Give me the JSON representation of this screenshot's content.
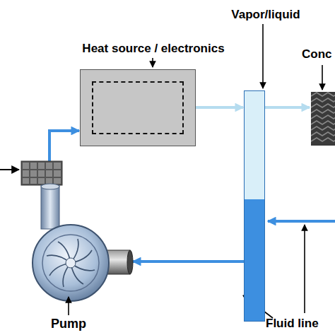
{
  "diagram": {
    "nodes": [
      {
        "text": [
          "Heat source / electronics"
        ]
      },
      {
        "text": [
          "Vapor/liquid"
        ]
      },
      {
        "text": [
          "Conc"
        ]
      },
      {
        "text": [
          "Pump"
        ]
      }
    ],
    "edges": [
      {
        "from": 0,
        "to": 1,
        "arrow": "to"
      },
      {
        "from": 1,
        "to": 2,
        "arrow": "to"
      },
      {
        "from": 3,
        "to": 0,
        "arrow": "to"
      },
      {
        "from": 1,
        "to": 3,
        "arrow": "to"
      }
    ],
    "labels": [
      "Fluid line"
    ]
  }
}
